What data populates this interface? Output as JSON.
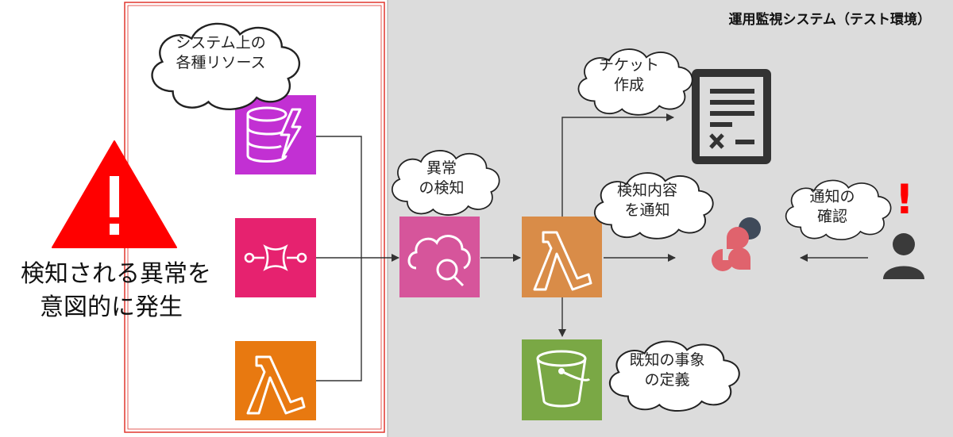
{
  "system_label": "運用監視システム（テスト環境）",
  "resources_cloud": [
    "システム上の",
    "各種リソース"
  ],
  "warning": {
    "symbol": "!",
    "line1": "検知される異常を",
    "line2": "意図的に発生",
    "color": "#ff0000"
  },
  "detection_cloud": [
    "異常",
    "の検知"
  ],
  "ticket_cloud": [
    "チケット",
    "作成"
  ],
  "notify_cloud": [
    "検知内容",
    "を通知"
  ],
  "confirm_cloud": [
    "通知の",
    "確認"
  ],
  "known_cloud": [
    "既知の事象",
    "の定義"
  ],
  "alert_mark": "!",
  "colors": {
    "monitor_bg": "#dcdcdc",
    "frame_red": "#e0362f",
    "dynamodb": "#c230d3",
    "sqs": "#e6226f",
    "lambda": "#e87910",
    "cloudwatch": "#d6559b",
    "lambda_main": "#d98c48",
    "s3": "#7aa845",
    "person": "#3a3a3a",
    "slack_dark": "#3f4a5a",
    "slack_red": "#e0636d"
  },
  "icons": {
    "dynamodb": "dynamodb-icon",
    "sqs": "sqs-icon",
    "lambda_source": "lambda-icon",
    "cloudwatch": "cloudwatch-icon",
    "lambda_main": "lambda-icon",
    "s3": "s3-bucket-icon",
    "ticket": "ticket-document-icon",
    "notification": "notification-service-icon",
    "person": "user-icon"
  }
}
